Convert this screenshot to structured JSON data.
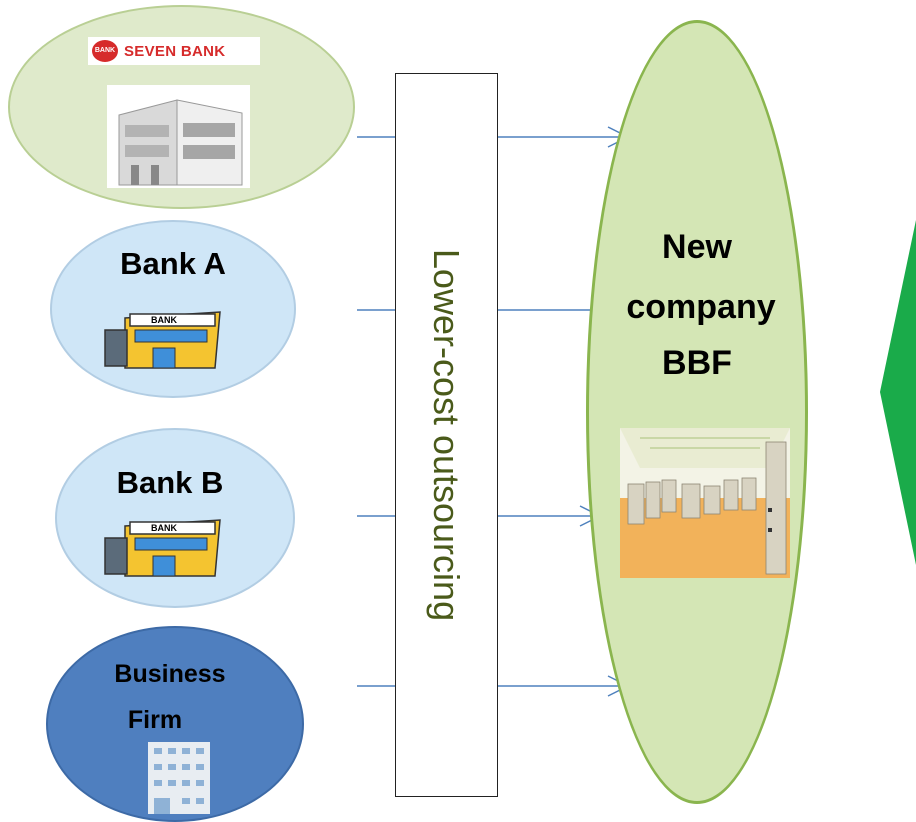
{
  "entities": {
    "seven_bank": {
      "logo_text": "SEVEN BANK",
      "logo_mark": "BANK"
    },
    "bank_a": {
      "label": "Bank A",
      "sign": "BANK"
    },
    "bank_b": {
      "label": "Bank B",
      "sign": "BANK"
    },
    "business_firm": {
      "label_line1": "Business",
      "label_line2": "Firm"
    }
  },
  "outsourcing": {
    "label": "Lower-cost outsourcing"
  },
  "new_company": {
    "line1": "New",
    "line2": "company",
    "line3": "BBF"
  },
  "colors": {
    "seven_bank_fill": "#dfeacb",
    "bank_fill": "#cfe6f7",
    "firm_fill": "#4f7fbf",
    "new_company_fill": "#d4e6b5",
    "new_company_border": "#8ab54e",
    "arrow": "#4f81bd",
    "outsourcing_text": "#4a5a1a",
    "green_arrow": "#1aab4a",
    "logo_red": "#d62b2b",
    "logo_green": "#1a9a3a"
  }
}
